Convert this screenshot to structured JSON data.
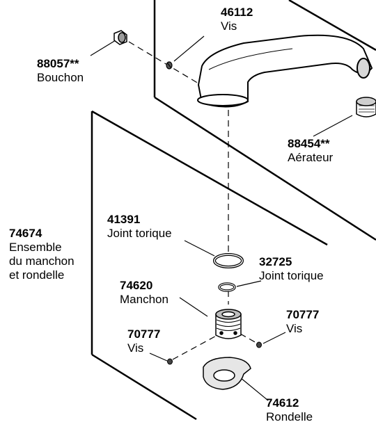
{
  "parts": [
    {
      "id": "screw_top",
      "number": "46112",
      "name": "Vis"
    },
    {
      "id": "plug",
      "number": "88057**",
      "name": "Bouchon"
    },
    {
      "id": "aerator",
      "number": "88454**",
      "name": "Aérateur"
    },
    {
      "id": "oring_large",
      "number": "41391",
      "name": "Joint torique"
    },
    {
      "id": "oring_small",
      "number": "32725",
      "name": "Joint torique"
    },
    {
      "id": "sleeve",
      "number": "74620",
      "name": "Manchon"
    },
    {
      "id": "screw_right",
      "number": "70777",
      "name": "Vis"
    },
    {
      "id": "screw_left",
      "number": "70777",
      "name": "Vis"
    },
    {
      "id": "washer",
      "number": "74612",
      "name": "Rondelle"
    }
  ],
  "assembly": {
    "number": "74674",
    "name_lines": [
      "Ensemble",
      "du manchon",
      "et rondelle"
    ]
  }
}
